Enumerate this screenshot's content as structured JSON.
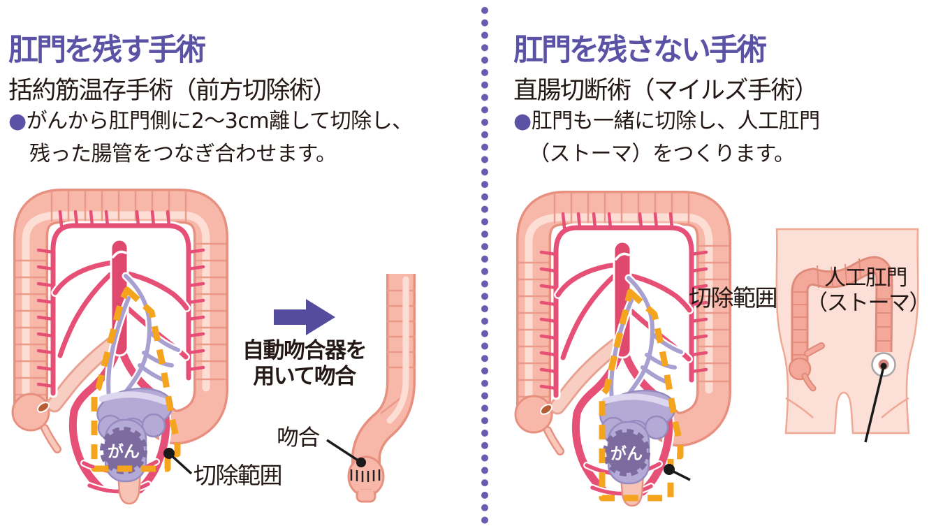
{
  "colors": {
    "accent_purple": "#5b51a5",
    "text_black": "#231815",
    "divider_dot_purple": "#675caf",
    "arrow_purple": "#554c9d",
    "resection_dash_orange": "#f5a41e",
    "colon_pink": "#f7b7a9",
    "vessel_red": "#e65077",
    "vein_lavender": "#a9a0d2",
    "rectum_lavender": "#b4aad6",
    "tumor_purple": "#7d6ba0"
  },
  "left_panel": {
    "title": "肛門を残す手術",
    "subtitle": "括約筋温存手術（前方切除術）",
    "bullet": "●",
    "description_line1": "がんから肛門側に2～3cm離して切除し、",
    "description_line2": "残った腸管をつなぎ合わせます。",
    "labels": {
      "tumor": "がん",
      "resection_area": "切除範囲",
      "stapler_note_line1": "自動吻合器を",
      "stapler_note_line2": "用いて吻合",
      "anastomosis": "吻合"
    }
  },
  "right_panel": {
    "title": "肛門を残さない手術",
    "subtitle": "直腸切断術（マイルズ手術）",
    "bullet": "●",
    "description_line1": "肛門も一緒に切除し、人工肛門",
    "description_line2": "（ストーマ）をつくります。",
    "labels": {
      "resection_area": "切除範囲",
      "stoma_line1": "人工肛門",
      "stoma_line2": "（ストーマ）"
    }
  }
}
